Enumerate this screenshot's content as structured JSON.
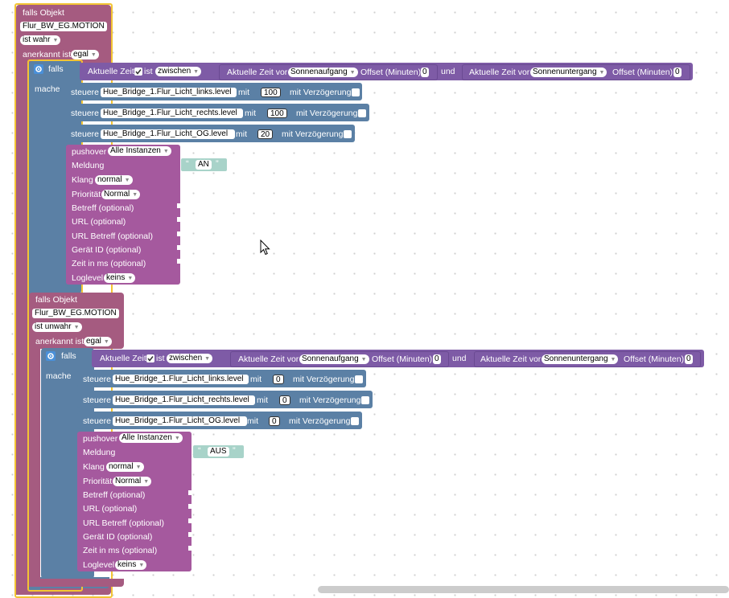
{
  "colors": {
    "event_block": "#a55b80",
    "logic_block": "#5b80a5",
    "pushover_block": "#a5599e",
    "time_block": "#7e5ba6",
    "string_block": "#a8d3c9",
    "selection": "#f3c433"
  },
  "top": {
    "falls_objekt": "falls Objekt",
    "object_id": "Flur_BW_EG.MOTION",
    "condition": "ist wahr",
    "anerkannt_label": "anerkannt ist",
    "anerkannt_value": "egal",
    "if_label": "falls",
    "do_label": "mache",
    "time": {
      "aktuelle_zeit": "Aktuelle Zeit",
      "ist": "ist",
      "zwischen": "zwischen",
      "left_prefix": "Aktuelle Zeit vor",
      "left_value": "Sonnenaufgang",
      "offset_label": "Offset (Minuten)",
      "offset_left": "0",
      "und": "und",
      "right_prefix": "Aktuelle Zeit vor",
      "right_value": "Sonnenuntergang",
      "offset_right": "0"
    },
    "controls": [
      {
        "steuere": "steuere",
        "target": "Hue_Bridge_1.Flur_Licht_links.level",
        "mit": "mit",
        "value": "100",
        "delay": "mit Verzögerung"
      },
      {
        "steuere": "steuere",
        "target": "Hue_Bridge_1.Flur_Licht_rechts.level",
        "mit": "mit",
        "value": "100",
        "delay": "mit Verzögerung"
      },
      {
        "steuere": "steuere",
        "target": "Hue_Bridge_1.Flur_Licht_OG.level",
        "mit": "mit",
        "value": "20",
        "delay": "mit Verzögerung"
      }
    ],
    "pushover": {
      "title": "pushover",
      "instance": "Alle Instanzen",
      "meldung": "Meldung",
      "message": "AN",
      "klang": "Klang",
      "klang_value": "normal",
      "prioritaet": "Priorität",
      "prioritaet_value": "Normal",
      "betreff": "Betreff (optional)",
      "url": "URL (optional)",
      "url_betreff": "URL Betreff (optional)",
      "geraet": "Gerät ID (optional)",
      "zeit": "Zeit in ms (optional)",
      "loglevel": "Loglevel",
      "loglevel_value": "keins"
    }
  },
  "bottom": {
    "falls_objekt": "falls Objekt",
    "object_id": "Flur_BW_EG.MOTION",
    "condition": "ist unwahr",
    "anerkannt_label": "anerkannt ist",
    "anerkannt_value": "egal",
    "if_label": "falls",
    "do_label": "mache",
    "time": {
      "aktuelle_zeit": "Aktuelle Zeit",
      "ist": "ist",
      "zwischen": "zwischen",
      "left_prefix": "Aktuelle Zeit vor",
      "left_value": "Sonnenaufgang",
      "offset_label": "Offset (Minuten)",
      "offset_left": "0",
      "und": "und",
      "right_prefix": "Aktuelle Zeit vor",
      "right_value": "Sonnenuntergang",
      "offset_right": "0"
    },
    "controls": [
      {
        "steuere": "steuere",
        "target": "Hue_Bridge_1.Flur_Licht_links.level",
        "mit": "mit",
        "value": "0",
        "delay": "mit Verzögerung"
      },
      {
        "steuere": "steuere",
        "target": "Hue_Bridge_1.Flur_Licht_rechts.level",
        "mit": "mit",
        "value": "0",
        "delay": "mit Verzögerung"
      },
      {
        "steuere": "steuere",
        "target": "Hue_Bridge_1.Flur_Licht_OG.level",
        "mit": "mit",
        "value": "0",
        "delay": "mit Verzögerung"
      }
    ],
    "pushover": {
      "title": "pushover",
      "instance": "Alle Instanzen",
      "meldung": "Meldung",
      "message": "AUS",
      "klang": "Klang",
      "klang_value": "normal",
      "prioritaet": "Priorität",
      "prioritaet_value": "Normal",
      "betreff": "Betreff (optional)",
      "url": "URL (optional)",
      "url_betreff": "URL Betreff (optional)",
      "geraet": "Gerät ID (optional)",
      "zeit": "Zeit in ms (optional)",
      "loglevel": "Loglevel",
      "loglevel_value": "keins"
    }
  },
  "icons": {
    "gear": "gear-icon",
    "check": "check-icon",
    "cursor": "mouse-pointer-icon",
    "dropdown": "dropdown-arrow-icon"
  }
}
